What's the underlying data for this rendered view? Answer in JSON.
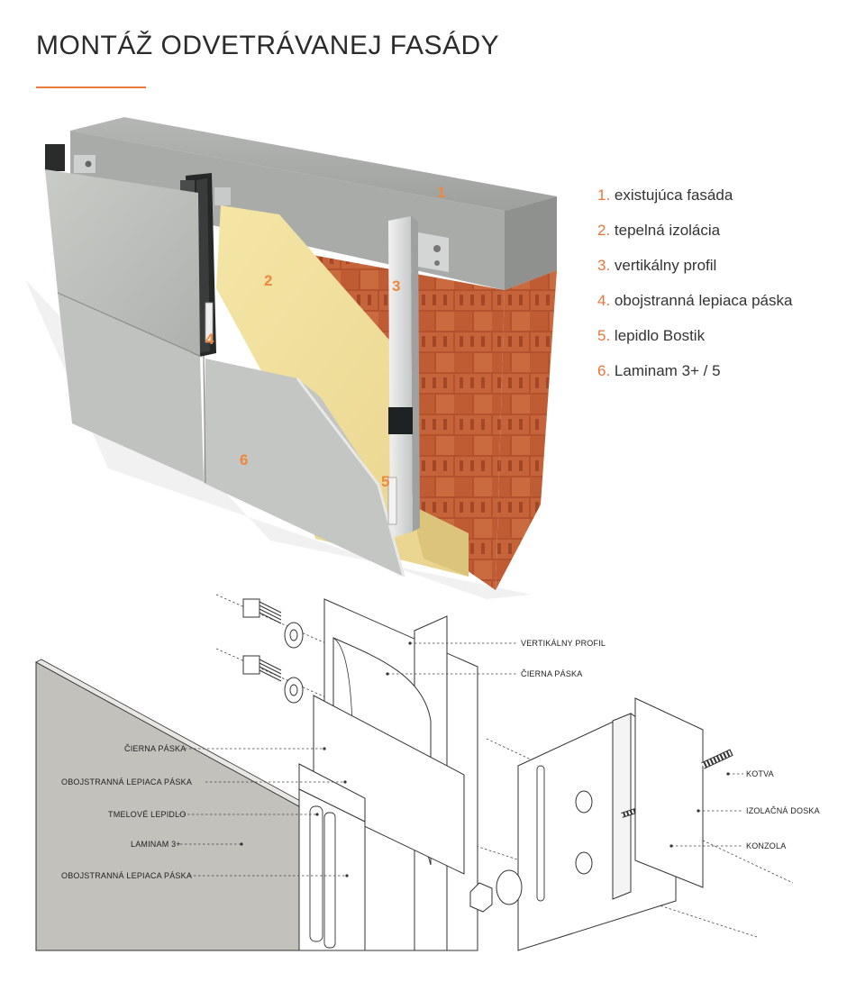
{
  "title": "MONTÁŽ ODVETRÁVANEJ FASÁDY",
  "accent_color": "#e87b3c",
  "legend": [
    {
      "num": "1.",
      "label": "existujúca fasáda"
    },
    {
      "num": "2.",
      "label": "tepelná izolácia"
    },
    {
      "num": "3.",
      "label": "vertikálny profil"
    },
    {
      "num": "4.",
      "label": "obojstranná lepiaca páska"
    },
    {
      "num": "5.",
      "label": "lepidlo Bostik"
    },
    {
      "num": "6.",
      "label": "Laminam 3+ / 5"
    }
  ],
  "diagram_badges": [
    "1",
    "2",
    "3",
    "4",
    "5",
    "6"
  ],
  "callouts_right": {
    "vertikalny_profil": "VERTIKÁLNY PROFIL",
    "cierna_paska": "ČIERNA PÁSKA",
    "kotva": "KOTVA",
    "izolacna_doska": "IZOLAČNÁ DOSKA",
    "konzola": "KONZOLA"
  },
  "callouts_left": {
    "cierna_paska": "ČIERNA PÁSKA",
    "obojstranna_1": "OBOJSTRANNÁ LEPIACA PÁSKA",
    "tmelove_lepidlo": "TMELOVÉ LEPIDLO",
    "laminam": "LAMINAM 3+",
    "obojstranna_2": "OBOJSTRANNÁ LEPIACA PÁSKA"
  }
}
